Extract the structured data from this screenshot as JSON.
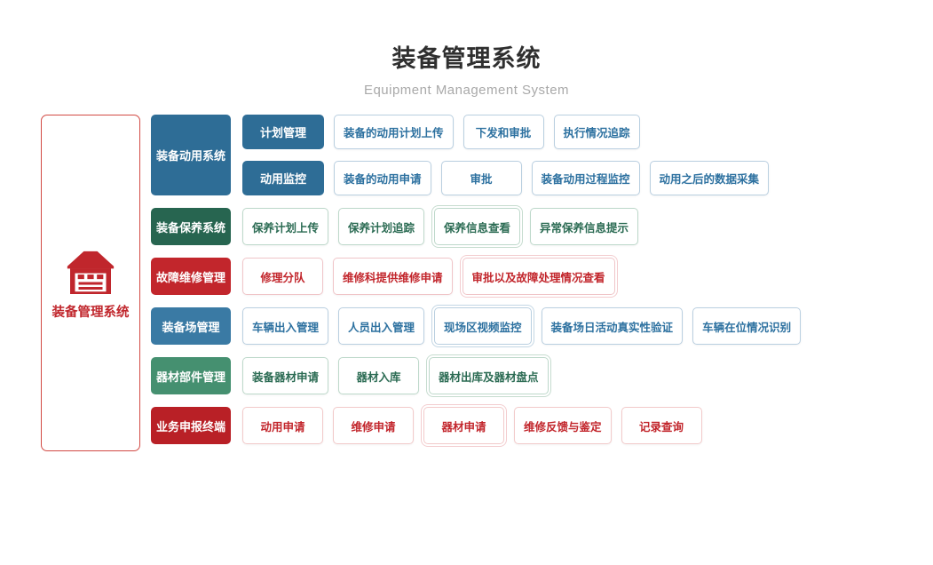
{
  "page": {
    "title": "装备管理系统",
    "subtitle": "Equipment Management System"
  },
  "root": {
    "label": "装备管理系统",
    "icon": "garage-icon"
  },
  "colors": {
    "blue": "#2e6d96",
    "blue_light": "#3a7aa4",
    "green_dark": "#276550",
    "green": "#459070",
    "red": "#c2262c",
    "red_dark": "#b92026",
    "root_accent": "#c0262c",
    "subtitle_gray": "#a9a9a9"
  },
  "sections": [
    {
      "label": "装备动用系统",
      "theme": "blue",
      "groups": [
        {
          "label": "计划管理",
          "items": [
            {
              "label": "装备的动用计划上传"
            },
            {
              "label": "下发和审批"
            },
            {
              "label": "执行情况追踪"
            }
          ]
        },
        {
          "label": "动用监控",
          "items": [
            {
              "label": "装备的动用申请"
            },
            {
              "label": "审批"
            },
            {
              "label": "装备动用过程监控"
            },
            {
              "label": "动用之后的数据采集"
            }
          ]
        }
      ]
    },
    {
      "label": "装备保养系统",
      "theme": "greendark",
      "items": [
        {
          "label": "保养计划上传"
        },
        {
          "label": "保养计划追踪"
        },
        {
          "label": "保养信息查看",
          "double": true
        },
        {
          "label": "异常保养信息提示"
        }
      ]
    },
    {
      "label": "故障维修管理",
      "theme": "red",
      "items": [
        {
          "label": "修理分队"
        },
        {
          "label": "维修科提供维修申请"
        },
        {
          "label": "审批以及故障处理情况查看",
          "double": true
        }
      ]
    },
    {
      "label": "装备场管理",
      "theme": "blue2",
      "items": [
        {
          "label": "车辆出入管理"
        },
        {
          "label": "人员出入管理"
        },
        {
          "label": "现场区视频监控",
          "double": true
        },
        {
          "label": "装备场日活动真实性验证"
        },
        {
          "label": "车辆在位情况识别"
        }
      ]
    },
    {
      "label": "器材部件管理",
      "theme": "green",
      "items": [
        {
          "label": "装备器材申请"
        },
        {
          "label": "器材入库"
        },
        {
          "label": "器材出库及器材盘点",
          "double": true
        }
      ]
    },
    {
      "label": "业务申报终端",
      "theme": "red2",
      "items": [
        {
          "label": "动用申请"
        },
        {
          "label": "维修申请"
        },
        {
          "label": "器材申请",
          "double": true
        },
        {
          "label": "维修反馈与鉴定"
        },
        {
          "label": "记录查询"
        }
      ]
    }
  ]
}
